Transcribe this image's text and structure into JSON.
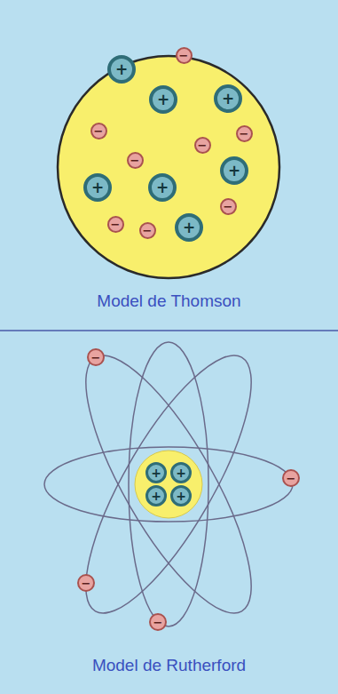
{
  "diagram": {
    "nodes": [
      {
        "text": [
          "−"
        ]
      },
      {
        "text": [
          "+"
        ]
      },
      {
        "text": [
          "+"
        ]
      },
      {
        "text": [
          "+"
        ]
      },
      {
        "text": [
          "−"
        ]
      },
      {
        "text": [
          "−"
        ]
      },
      {
        "text": [
          "−"
        ]
      },
      {
        "text": [
          "−"
        ]
      },
      {
        "text": [
          "+"
        ]
      },
      {
        "text": [
          "+"
        ]
      },
      {
        "text": [
          "+"
        ]
      },
      {
        "text": [
          "−"
        ]
      },
      {
        "text": [
          "−"
        ]
      },
      {
        "text": [
          "+"
        ]
      },
      {
        "text": [
          "−"
        ]
      },
      {
        "text": [
          "−"
        ]
      },
      {
        "text": [
          "+"
        ]
      },
      {
        "text": [
          "+"
        ]
      },
      {
        "text": [
          "−"
        ]
      },
      {
        "text": [
          "+"
        ]
      },
      {
        "text": [
          "+"
        ]
      },
      {
        "text": [
          "−"
        ]
      },
      {
        "text": [
          "−"
        ]
      }
    ],
    "labels": [
      "Model de Thomson",
      "Model de Rutherford"
    ]
  }
}
